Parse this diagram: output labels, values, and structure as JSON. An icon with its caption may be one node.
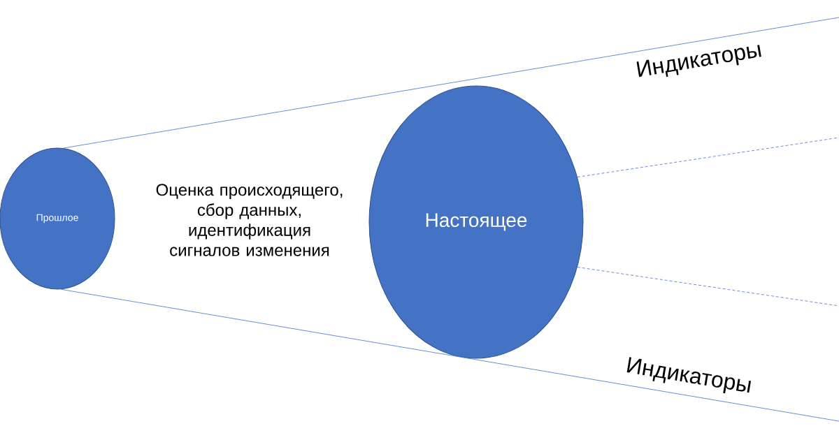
{
  "diagram": {
    "nodes": [
      {
        "text": [
          "Прошлое"
        ]
      },
      {
        "text": [
          "Настоящее"
        ]
      }
    ],
    "edges": [
      {
        "from": 0,
        "to": null,
        "arrow": "none"
      },
      {
        "from": 0,
        "to": null,
        "arrow": "none"
      },
      {
        "from": 1,
        "to": null,
        "arrow": "none",
        "style": "dashed"
      },
      {
        "from": 1,
        "to": null,
        "arrow": "none",
        "style": "dashed"
      }
    ],
    "labels": [
      "Индикаторы",
      "Оценка происходящего, сбор данных, идентификация сигналов изменения",
      "Индикаторы"
    ]
  }
}
